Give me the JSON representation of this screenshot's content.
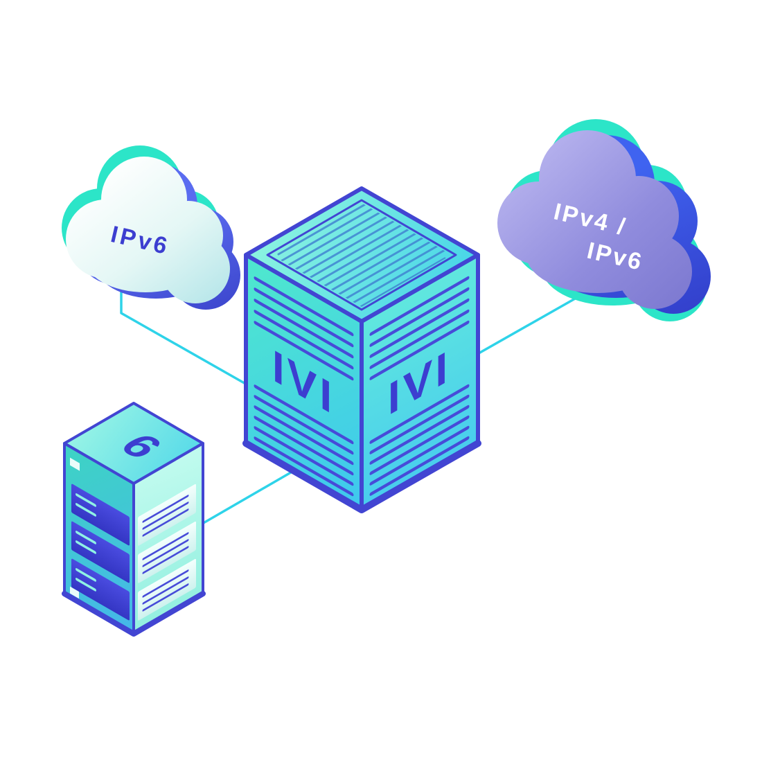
{
  "illustration": {
    "clouds": {
      "left": {
        "label": "IPv6"
      },
      "right": {
        "label_lines": [
          "IPv4 /",
          "IPv6"
        ]
      }
    },
    "translator_cube": {
      "left_face_label": "IVI",
      "right_face_label": "IVI"
    },
    "server_rack": {
      "top_label": "6"
    },
    "colors": {
      "background": "#ffffff",
      "connector_cyan": "#2ed3e9",
      "edge_indigo": "#4245d2",
      "label_indigo": "#3c3ed0",
      "teal_accent": "#2ce5c8",
      "blue_accent": "#3a50e4",
      "cloud_white": "#ffffff",
      "cloud_purple": "#8e8adc",
      "cube_teal": "#4ee6cf",
      "cube_cyan": "#44c8f0",
      "panel_dark_indigo": "#3c3ed2",
      "panel_light_mint": "#e9fffb"
    }
  }
}
